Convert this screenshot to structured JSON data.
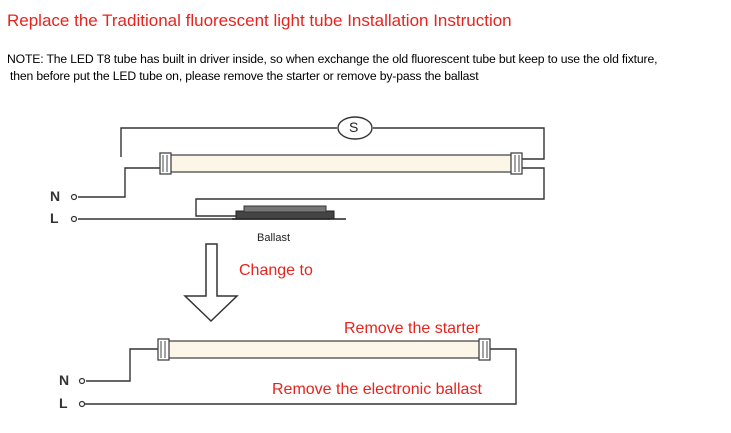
{
  "title": "Replace the Traditional fluorescent light tube Installation Instruction",
  "note": {
    "line1": "NOTE: The LED T8 tube has built in driver inside, so when exchange the old fluorescent tube but keep to use the old fixture,",
    "line2": "then before put the LED tube on, please remove the starter or remove by-pass the ballast"
  },
  "top_diagram": {
    "starter_symbol": "S",
    "terminal_n": "N",
    "terminal_l": "L",
    "ballast_label": "Ballast"
  },
  "change_label": "Change to",
  "bottom_diagram": {
    "terminal_n": "N",
    "terminal_l": "L",
    "remove_starter": "Remove the starter",
    "remove_ballast": "Remove the electronic ballast"
  },
  "colors": {
    "accent_red": "#e8231e",
    "wire": "#333333"
  }
}
